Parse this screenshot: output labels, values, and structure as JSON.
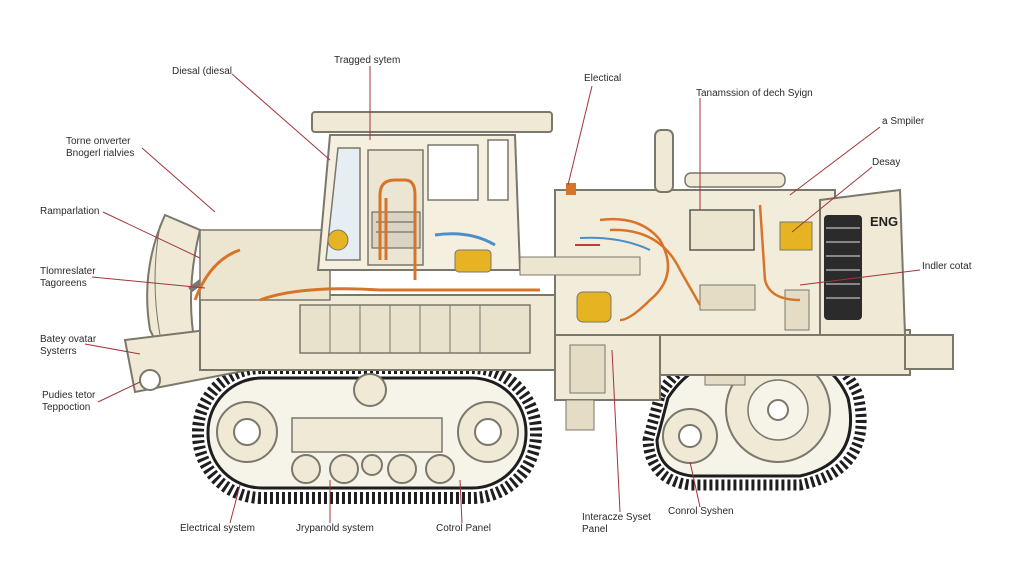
{
  "colors": {
    "body_fill": "#efe9d6",
    "body_stroke": "#7a776b",
    "leader_line": "#a0353a",
    "wire_orange": "#d8742a",
    "wire_blue": "#4a8fc9",
    "accent_yellow": "#e6b422",
    "track_dark": "#1e1e1e"
  },
  "engine_badge": "ENG",
  "labels": {
    "diesel": "Diesal (diesal",
    "tragged_system": "Tragged sytem",
    "electrical_top": "Electical",
    "transmission": "Tanamssion of dech Syign",
    "simplier": "a Smpiler",
    "desay": "Desay",
    "torque_converter": "Torne onverter\nBnogerl rialvies",
    "ramparation": "Ramparlation",
    "tromrelater": "Tlomreslater\nTagoreens",
    "battery": "Batey ovatar\nSysterrs",
    "pudies": "Pudies tetor\nTeppoction",
    "indler_cotat": "Indler cotat",
    "electrical_system": "Electrical system",
    "hydraulic_system": "Jrypanold system",
    "control_panel": "Cotrol Panel",
    "interface_panel": "Interacze Syset\nPanel",
    "control_system": "Conrol Syshen"
  }
}
